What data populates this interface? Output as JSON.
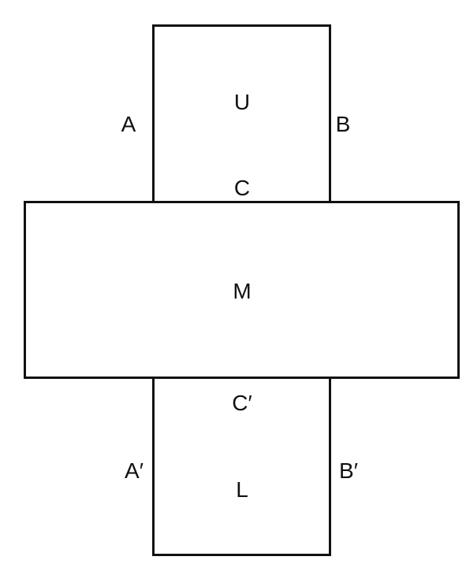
{
  "diagram": {
    "faces": {
      "upper": "U",
      "middle": "M",
      "lower": "L"
    },
    "edges": {
      "upper_left": "A",
      "upper_right": "B",
      "upper_bottom": "C",
      "lower_top": "C′",
      "lower_left": "A′",
      "lower_right": "B′"
    }
  }
}
